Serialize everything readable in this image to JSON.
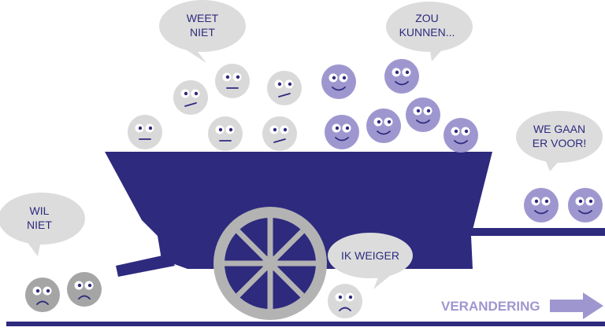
{
  "bubbles": {
    "wil_niet": [
      "WIL",
      "NIET"
    ],
    "weet_niet": [
      "WEET",
      "NIET"
    ],
    "zou_kunnen": [
      "ZOU",
      "KUNNEN..."
    ],
    "we_gaan_er_voor": [
      "WE GAAN",
      "ER VOOR!"
    ],
    "ik_weiger": [
      "IK WEIGER"
    ]
  },
  "arrow_label": "VERANDERING",
  "colors": {
    "cart": "#2e2a7e",
    "wheel": "#b3b3b3",
    "bubble": "#dcdcdc",
    "bubble_text": "#2e2a7e",
    "face_grey": "#d9d9d9",
    "face_dark": "#a5a5a5",
    "face_purple": "#9e97cf",
    "arrow": "#9e97cf"
  }
}
